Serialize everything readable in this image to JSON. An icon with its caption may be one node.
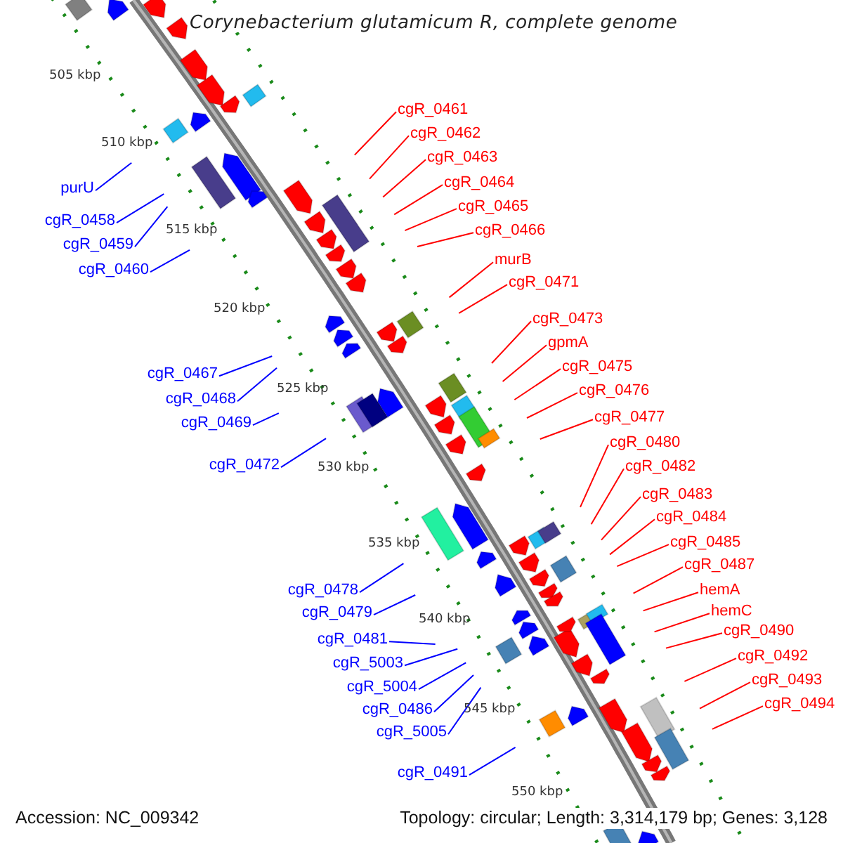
{
  "diagram": {
    "title": "Corynebacterium glutamicum R, complete genome",
    "nodes": [
      {
        "text": [
          "cgR_0461"
        ]
      },
      {
        "text": [
          "cgR_0462"
        ]
      },
      {
        "text": [
          "cgR_0463"
        ]
      },
      {
        "text": [
          "cgR_0464"
        ]
      },
      {
        "text": [
          "cgR_0465"
        ]
      },
      {
        "text": [
          "cgR_0466"
        ]
      },
      {
        "text": [
          "murB"
        ]
      },
      {
        "text": [
          "cgR_0471"
        ]
      },
      {
        "text": [
          "cgR_0473"
        ]
      },
      {
        "text": [
          "gpmA"
        ]
      },
      {
        "text": [
          "cgR_0475"
        ]
      },
      {
        "text": [
          "cgR_0476"
        ]
      },
      {
        "text": [
          "cgR_0477"
        ]
      },
      {
        "text": [
          "cgR_0480"
        ]
      },
      {
        "text": [
          "cgR_0482"
        ]
      },
      {
        "text": [
          "cgR_0483"
        ]
      },
      {
        "text": [
          "cgR_0484"
        ]
      },
      {
        "text": [
          "cgR_0485"
        ]
      },
      {
        "text": [
          "cgR_0487"
        ]
      },
      {
        "text": [
          "hemA"
        ]
      },
      {
        "text": [
          "hemC"
        ]
      },
      {
        "text": [
          "cgR_0490"
        ]
      },
      {
        "text": [
          "cgR_0492"
        ]
      },
      {
        "text": [
          "cgR_0493"
        ]
      },
      {
        "text": [
          "cgR_0494"
        ]
      },
      {
        "text": [
          "purU"
        ]
      },
      {
        "text": [
          "cgR_0458"
        ]
      },
      {
        "text": [
          "cgR_0459"
        ]
      },
      {
        "text": [
          "cgR_0460"
        ]
      },
      {
        "text": [
          "cgR_0467"
        ]
      },
      {
        "text": [
          "cgR_0468"
        ]
      },
      {
        "text": [
          "cgR_0469"
        ]
      },
      {
        "text": [
          "cgR_0472"
        ]
      },
      {
        "text": [
          "cgR_0478"
        ]
      },
      {
        "text": [
          "cgR_0479"
        ]
      },
      {
        "text": [
          "cgR_0481"
        ]
      },
      {
        "text": [
          "cgR_5003"
        ]
      },
      {
        "text": [
          "cgR_5004"
        ]
      },
      {
        "text": [
          "cgR_0486"
        ]
      },
      {
        "text": [
          "cgR_5005"
        ]
      },
      {
        "text": [
          "cgR_0491"
        ]
      }
    ],
    "edges": [
      {
        "from": 0,
        "to": null,
        "arrow": "none"
      },
      {
        "from": 1,
        "to": null,
        "arrow": "none"
      },
      {
        "from": 2,
        "to": null,
        "arrow": "none"
      },
      {
        "from": 3,
        "to": null,
        "arrow": "none"
      },
      {
        "from": 4,
        "to": null,
        "arrow": "none"
      },
      {
        "from": 5,
        "to": null,
        "arrow": "none"
      },
      {
        "from": 6,
        "to": null,
        "arrow": "none"
      },
      {
        "from": 7,
        "to": null,
        "arrow": "none"
      },
      {
        "from": 8,
        "to": null,
        "arrow": "none"
      },
      {
        "from": 9,
        "to": null,
        "arrow": "none"
      },
      {
        "from": 10,
        "to": null,
        "arrow": "none"
      },
      {
        "from": 11,
        "to": null,
        "arrow": "none"
      },
      {
        "from": 12,
        "to": null,
        "arrow": "none"
      },
      {
        "from": 13,
        "to": null,
        "arrow": "none"
      },
      {
        "from": 14,
        "to": null,
        "arrow": "none"
      },
      {
        "from": 15,
        "to": null,
        "arrow": "none"
      },
      {
        "from": 16,
        "to": null,
        "arrow": "none"
      },
      {
        "from": 17,
        "to": null,
        "arrow": "none"
      },
      {
        "from": 18,
        "to": null,
        "arrow": "none"
      },
      {
        "from": 19,
        "to": null,
        "arrow": "none"
      },
      {
        "from": 20,
        "to": null,
        "arrow": "none"
      },
      {
        "from": 21,
        "to": null,
        "arrow": "none"
      },
      {
        "from": 22,
        "to": null,
        "arrow": "none"
      },
      {
        "from": 23,
        "to": null,
        "arrow": "none"
      },
      {
        "from": 24,
        "to": null,
        "arrow": "none"
      },
      {
        "from": 25,
        "to": null,
        "arrow": "none",
        "color": "#0000ff"
      },
      {
        "from": 26,
        "to": null,
        "arrow": "none",
        "color": "#0000ff"
      },
      {
        "from": 27,
        "to": null,
        "arrow": "none",
        "color": "#0000ff"
      },
      {
        "from": 28,
        "to": null,
        "arrow": "none",
        "color": "#0000ff"
      },
      {
        "from": 29,
        "to": null,
        "arrow": "none",
        "color": "#0000ff"
      },
      {
        "from": 30,
        "to": null,
        "arrow": "none",
        "color": "#0000ff"
      },
      {
        "from": 31,
        "to": null,
        "arrow": "none",
        "color": "#0000ff"
      },
      {
        "from": 32,
        "to": null,
        "arrow": "none",
        "color": "#0000ff"
      },
      {
        "from": 33,
        "to": null,
        "arrow": "none",
        "color": "#0000ff"
      },
      {
        "from": 34,
        "to": null,
        "arrow": "none",
        "color": "#0000ff"
      },
      {
        "from": 35,
        "to": null,
        "arrow": "none",
        "color": "#0000ff"
      },
      {
        "from": 36,
        "to": null,
        "arrow": "none",
        "color": "#0000ff"
      },
      {
        "from": 37,
        "to": null,
        "arrow": "none",
        "color": "#0000ff"
      },
      {
        "from": 38,
        "to": null,
        "arrow": "none",
        "color": "#0000ff"
      },
      {
        "from": 39,
        "to": null,
        "arrow": "none",
        "color": "#0000ff"
      },
      {
        "from": 40,
        "to": null,
        "arrow": "none",
        "color": "#0000ff"
      }
    ],
    "labels": [
      "505 kbp",
      "510 kbp",
      "515 kbp",
      "520 kbp",
      "525 kbp",
      "530 kbp",
      "535 kbp",
      "540 kbp",
      "545 kbp",
      "550 kbp",
      "Accession: NC_009342",
      "Topology: circular; Length: 3,314,179 bp; Genes: 3,128"
    ]
  }
}
